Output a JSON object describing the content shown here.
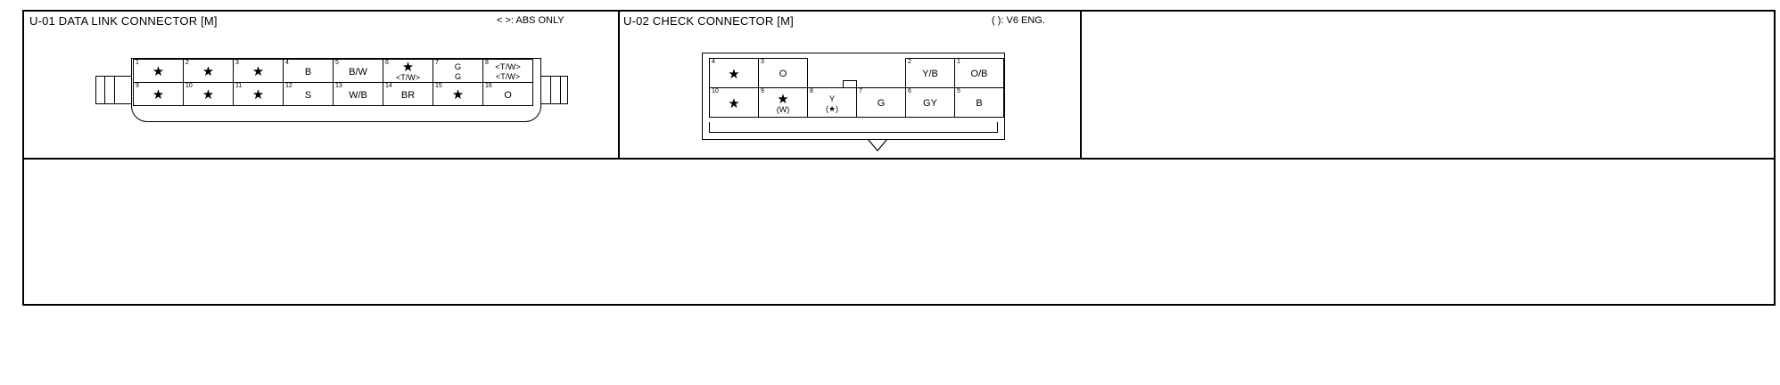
{
  "panels": {
    "u01": {
      "title": "U-01 DATA LINK CONNECTOR [M]",
      "note": "< >: ABS ONLY",
      "top_row": [
        {
          "pin": "1",
          "label": "★"
        },
        {
          "pin": "2",
          "label": "★"
        },
        {
          "pin": "3",
          "label": "★"
        },
        {
          "pin": "4",
          "label": "B"
        },
        {
          "pin": "5",
          "label": "B/W"
        },
        {
          "pin": "6",
          "label": "★",
          "sub": "<T/W>"
        },
        {
          "pin": "7",
          "label": "G",
          "sub": "G"
        },
        {
          "pin": "8",
          "label": "<T/W>",
          "sub": "<T/W>"
        }
      ],
      "bottom_row": [
        {
          "pin": "9",
          "label": "★"
        },
        {
          "pin": "10",
          "label": "★"
        },
        {
          "pin": "11",
          "label": "★"
        },
        {
          "pin": "12",
          "label": "S"
        },
        {
          "pin": "13",
          "label": "W/B"
        },
        {
          "pin": "14",
          "label": "BR"
        },
        {
          "pin": "15",
          "label": "★"
        },
        {
          "pin": "16",
          "label": "O"
        }
      ]
    },
    "u02": {
      "title": "U-02 CHECK CONNECTOR [M]",
      "note": "( ): V6 ENG.",
      "top_left": [
        {
          "pin": "4",
          "label": "★"
        },
        {
          "pin": "3",
          "label": "O"
        }
      ],
      "top_right": [
        {
          "pin": "2",
          "label": "Y/B"
        },
        {
          "pin": "1",
          "label": "O/B"
        }
      ],
      "bottom_row": [
        {
          "pin": "10",
          "label": "★"
        },
        {
          "pin": "9",
          "label": "★",
          "sub": "(W)"
        },
        {
          "pin": "8",
          "label": "Y",
          "sub": "(★)"
        },
        {
          "pin": "7",
          "label": "G"
        },
        {
          "pin": "6",
          "label": "GY"
        },
        {
          "pin": "5",
          "label": "B"
        }
      ]
    }
  }
}
